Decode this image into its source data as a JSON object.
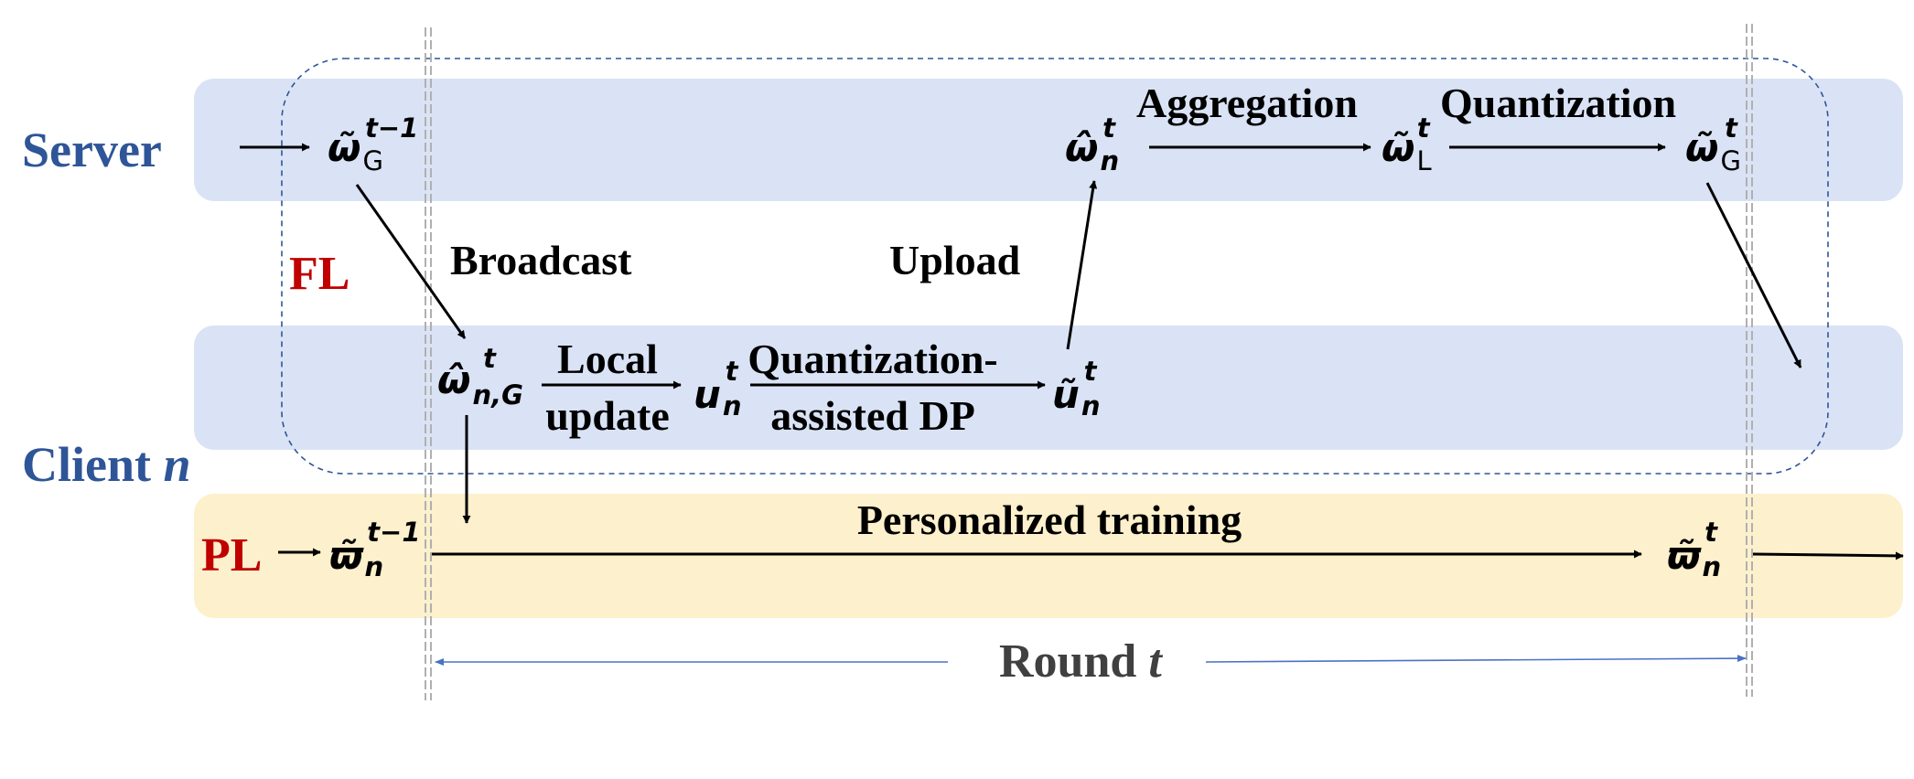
{
  "rows": {
    "server": "Server",
    "client_prefix": "Client",
    "client_var": "n"
  },
  "blocks": {
    "fl": "FL",
    "pl": "PL"
  },
  "steps": {
    "broadcast": "Broadcast",
    "upload": "Upload",
    "aggregation": "Aggregation",
    "quantization": "Quantization",
    "local_line1": "Local",
    "local_line2": "update",
    "qdp_line1": "Quantization-",
    "qdp_line2": "assisted DP",
    "personalized": "Personalized training"
  },
  "round": {
    "prefix": "Round",
    "var": "t"
  },
  "symbols": {
    "omega_tilde": "ω̃",
    "omega_hat": "ω̂",
    "u": "u",
    "u_tilde": "ũ",
    "varpi_tilde": "ϖ̃",
    "sub_G": "G",
    "sub_L": "L",
    "sub_n": "n",
    "sub_nG": "n,G",
    "sup_t": "t",
    "sup_t_minus_1": "t−1"
  },
  "colors": {
    "server_band": "#dae3f5",
    "client_band": "#dae3f5",
    "pl_band": "#fdf0cc",
    "row_label": "#2e5597",
    "block_label": "#c00000",
    "round_text": "#404040",
    "round_arrow": "#4a72c4",
    "fl_border": "#2e5597",
    "round_divider": "#b0b0b0"
  }
}
